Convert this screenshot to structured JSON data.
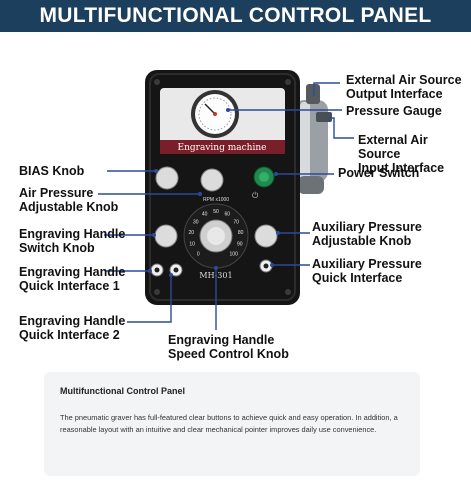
{
  "banner": {
    "title": "MULTIFUNCTIONAL CONTROL PANEL"
  },
  "device": {
    "gauge_label": "Engraving machine",
    "model": "MH-301",
    "dial_numbers": [
      "0",
      "10",
      "20",
      "30",
      "40",
      "50",
      "60",
      "70",
      "80",
      "90",
      "100"
    ],
    "rpm_label": "RPM x1000",
    "colors": {
      "body": "#141414",
      "accent": "#7a1e2a",
      "power": "#1f8a4f",
      "label_line": "#2a4b9b"
    }
  },
  "callouts": {
    "external_output": "External Air Source\nOutput Interface",
    "pressure_gauge": "Pressure Gauge",
    "external_input": "External Air Source\nInput Interface",
    "power_switch": "Power Switch",
    "bias_knob": "BIAS Knob",
    "air_pressure": "Air Pressure\nAdjustable Knob",
    "handle_switch": "Engraving Handle\nSwitch Knob",
    "quick_1": "Engraving Handle\nQuick Interface 1",
    "quick_2": "Engraving Handle\nQuick Interface 2",
    "speed_control": "Engraving Handle\nSpeed Control Knob",
    "aux_pressure": "Auxiliary Pressure\nAdjustable Knob",
    "aux_quick": "Auxiliary Pressure\nQuick Interface"
  },
  "info": {
    "title": "Multifunctional Control Panel",
    "text": "The pneumatic graver has full-featured clear buttons to achieve quick and easy operation. In addition, a reasonable layout with an intuitive and clear mechanical pointer improves daily use convenience."
  }
}
